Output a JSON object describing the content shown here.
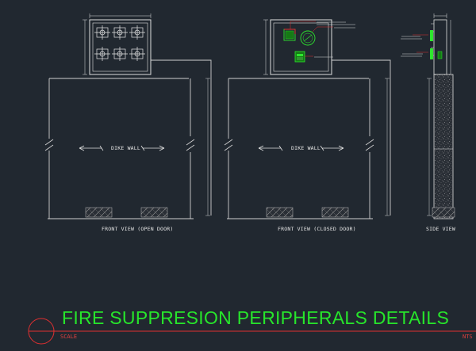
{
  "views": {
    "front_open": "FRONT VIEW (OPEN DOOR)",
    "front_closed": "FRONT VIEW (CLOSED DOOR)",
    "side": "SIDE VIEW"
  },
  "labels": {
    "dike_wall": "DIKE WALL"
  },
  "title": {
    "text": "FIRE SUPPRESION PERIPHERALS DETAILS",
    "scale_label": "SCALE",
    "scale_value": "NTS"
  },
  "colors": {
    "background": "#212830",
    "title": "#27e52b",
    "scale_line": "#e04040"
  }
}
